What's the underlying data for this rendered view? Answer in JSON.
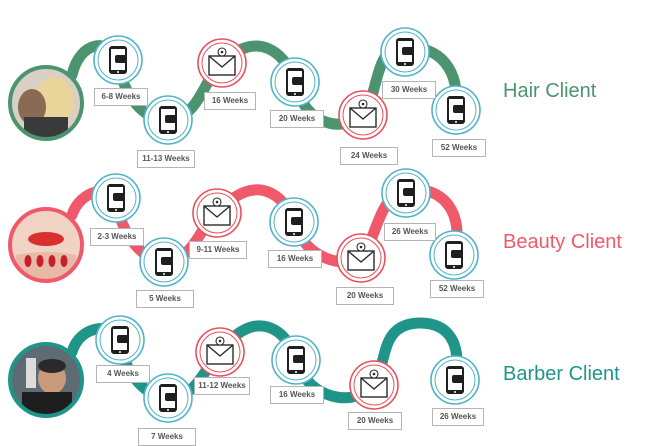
{
  "icons": {
    "sms": "mobile-phone-sms-icon",
    "email": "envelope-email-icon"
  },
  "colors": {
    "sms_ring": "#4fb3c8",
    "email_ring": "#e8505b"
  },
  "rows": [
    {
      "title": "Hair Client",
      "color": "#4c9470",
      "avatar": "hair-client-photo",
      "steps": [
        {
          "type": "sms",
          "label": "6-8 Weeks"
        },
        {
          "type": "sms",
          "label": "11-13 Weeks"
        },
        {
          "type": "email",
          "label": "16 Weeks"
        },
        {
          "type": "sms",
          "label": "20 Weeks"
        },
        {
          "type": "email",
          "label": "24 Weeks"
        },
        {
          "type": "sms",
          "label": "30 Weeks"
        },
        {
          "type": "sms",
          "label": "52 Weeks"
        }
      ]
    },
    {
      "title": "Beauty Client",
      "color": "#f0596a",
      "avatar": "beauty-client-photo",
      "steps": [
        {
          "type": "sms",
          "label": "2-3 Weeks"
        },
        {
          "type": "sms",
          "label": "5 Weeks"
        },
        {
          "type": "email",
          "label": "9-11 Weeks"
        },
        {
          "type": "sms",
          "label": "16 Weeks"
        },
        {
          "type": "email",
          "label": "20 Weeks"
        },
        {
          "type": "sms",
          "label": "26 Weeks"
        },
        {
          "type": "sms",
          "label": "52 Weeks"
        }
      ]
    },
    {
      "title": "Barber Client",
      "color": "#1f958a",
      "avatar": "barber-client-photo",
      "steps": [
        {
          "type": "sms",
          "label": "4 Weeks"
        },
        {
          "type": "sms",
          "label": "7 Weeks"
        },
        {
          "type": "email",
          "label": "11-12 Weeks"
        },
        {
          "type": "sms",
          "label": "16 Weeks"
        },
        {
          "type": "email",
          "label": "20 Weeks"
        },
        {
          "type": "sms",
          "label": "26 Weeks"
        }
      ]
    }
  ]
}
